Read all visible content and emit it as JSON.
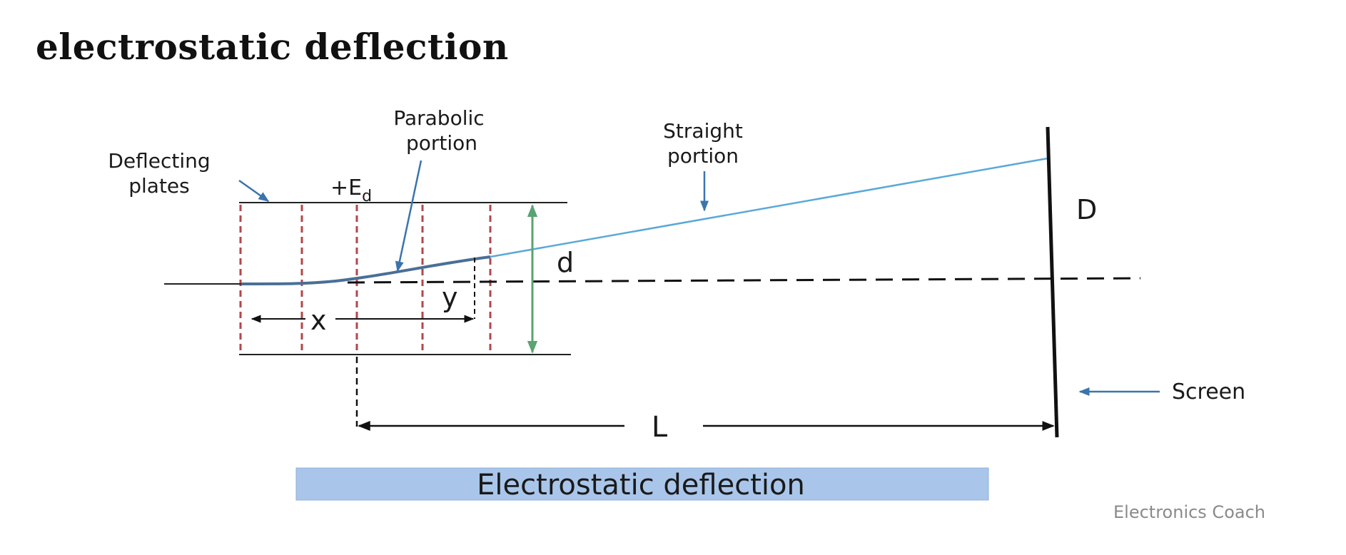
{
  "heading": "electrostatic deflection",
  "diagram": {
    "labels": {
      "deflecting_plates_line1": "Deflecting",
      "deflecting_plates_line2": "plates",
      "parabolic_line1": "Parabolic",
      "parabolic_line2": "portion",
      "straight_line1": "Straight",
      "straight_line2": "portion",
      "field_symbol": "+E",
      "field_subscript": "d",
      "plate_separation": "d",
      "screen_deflection": "D",
      "x_distance": "x",
      "y_deflection": "y",
      "length": "L",
      "screen": "Screen"
    },
    "caption": "Electrostatic deflection",
    "credit": "Electronics Coach",
    "colors": {
      "beam": "#5aa9d8",
      "beam_parabolic": "#4a6f96",
      "field_lines": "#b2474b",
      "separation_arrow": "#5aa372",
      "pointer_arrows": "#3b74ad",
      "caption_bg": "#a9c6ea"
    }
  }
}
